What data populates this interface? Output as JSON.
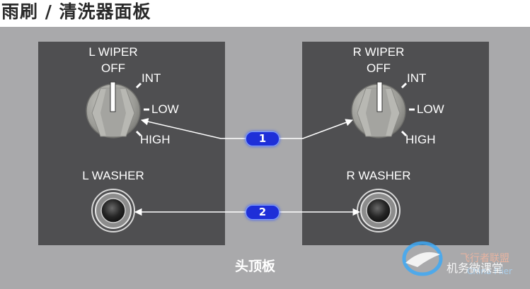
{
  "title": "雨刷 / 清洗器面板",
  "left_panel": {
    "wiper_label": "L WIPER",
    "positions": {
      "off": "OFF",
      "int": "INT",
      "low": "LOW",
      "high": "HIGH"
    },
    "washer_label": "L WASHER"
  },
  "right_panel": {
    "wiper_label": "R WIPER",
    "positions": {
      "off": "OFF",
      "int": "INT",
      "low": "LOW",
      "high": "HIGH"
    },
    "washer_label": "R WASHER"
  },
  "callouts": [
    "1",
    "2"
  ],
  "footer_label": "头顶板",
  "watermark": {
    "text": "机务微课堂",
    "logo": "飞行者联盟 China Flier"
  },
  "colors": {
    "panel_bg": "#4f4f51",
    "overhead_bg": "#a9a9ab",
    "callout": "#1e2fd8",
    "text": "#ffffff"
  }
}
